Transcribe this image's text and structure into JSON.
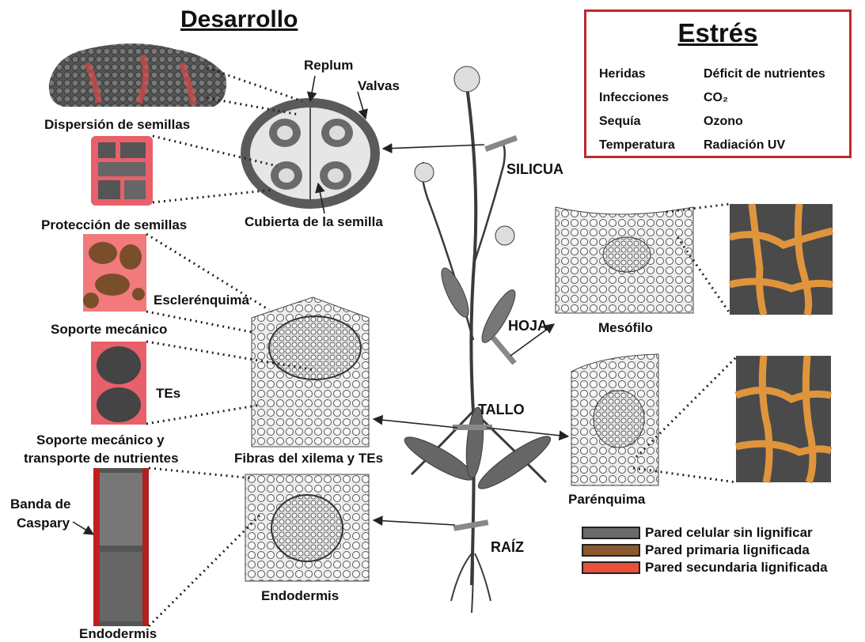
{
  "titles": {
    "development": "Desarrollo",
    "stress": "Estrés"
  },
  "stress_factors": {
    "left": [
      "Heridas",
      "Infecciones",
      "Sequía",
      "Temperatura"
    ],
    "right": [
      "Déficit de nutrientes",
      "CO₂",
      "Ozono",
      "Radiación UV"
    ]
  },
  "labels": {
    "seed_dispersal": "Dispersión de semillas",
    "seed_protection": "Protección de semillas",
    "mechanical_support": "Soporte mecánico",
    "sclerenchyma": "Esclerénquima",
    "tes": "TEs",
    "support_transport_1": "Soporte mecánico y",
    "support_transport_2": "transporte de nutrientes",
    "casparian_1": "Banda de",
    "casparian_2": "Caspary",
    "endodermis_left": "Endodermis",
    "replum": "Replum",
    "valves": "Valvas",
    "seed_coat": "Cubierta de la semilla",
    "silicle": "SILICUA",
    "leaf": "HOJA",
    "stem": "TALLO",
    "root": "RAÍZ",
    "xylem": "Fibras del xilema y TEs",
    "endodermis_center": "Endodermis",
    "mesophyll": "Mesófilo",
    "parenchyma": "Parénquima"
  },
  "legend": [
    {
      "label": "Pared celular sin lignificar",
      "color": "#6b6b6b"
    },
    {
      "label": "Pared primaria lignificada",
      "color": "#8a5a2e"
    },
    {
      "label": "Pared secundaria lignificada",
      "color": "#e8503a"
    }
  ],
  "colors": {
    "stress_border": "#c0282e",
    "lignin_orange": "#e0953c",
    "secondary_red": "#e8503a"
  }
}
